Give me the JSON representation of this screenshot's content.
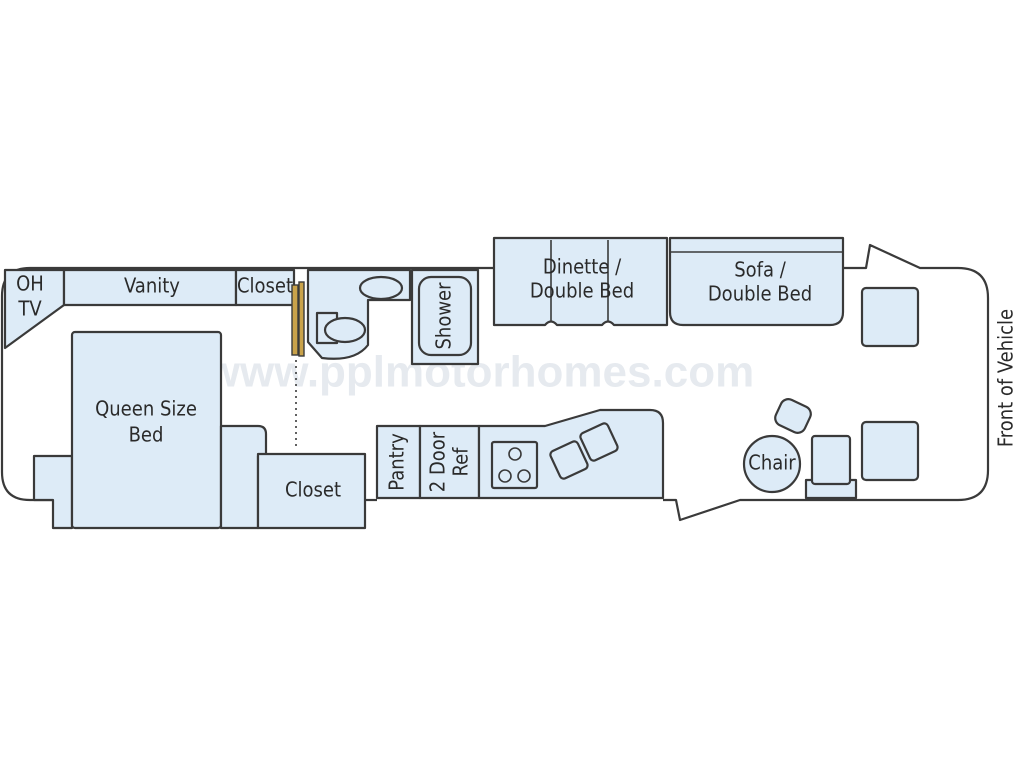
{
  "watermark": "www.pplmotorhomes.com",
  "labels": {
    "oh_tv_line1": "OH",
    "oh_tv_line2": "TV",
    "vanity": "Vanity",
    "closet_top": "Closet",
    "shower": "Shower",
    "dinette_line1": "Dinette /",
    "dinette_line2": "Double Bed",
    "sofa_line1": "Sofa /",
    "sofa_line2": "Double Bed",
    "queen_line1": "Queen Size",
    "queen_line2": "Bed",
    "closet_bottom": "Closet",
    "pantry": "Pantry",
    "ref_line1": "2 Door",
    "ref_line2": "Ref",
    "chair": "Chair",
    "front": "Front of Vehicle"
  },
  "colors": {
    "fixture_fill": "#ddebf7",
    "outline": "#3a3a3a",
    "door": "#c9a24a"
  }
}
